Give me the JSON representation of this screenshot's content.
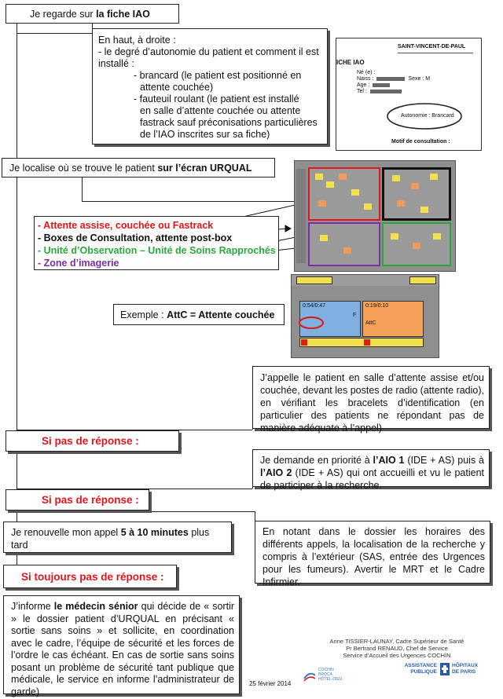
{
  "step1": {
    "prefix": "Je regarde sur ",
    "bold": "la fiche IAO"
  },
  "fiche_note": {
    "intro1": "En haut, à droite :",
    "intro2": "- le degré d’autonomie du patient et comment il est installé :",
    "item1a": "- brancard (le patient est positionné en",
    "item1b": "attente couchée)",
    "item2a": "- fauteuil roulant (le patient est installé",
    "item2b": "en salle d’attente couchée ou attente",
    "item2c": "fastrack sauf préconisations particulières",
    "item2d": "de l’IAO inscrites sur sa fiche)"
  },
  "fiche_image": {
    "hospital": "SAINT-VINCENT-DE-PAUL",
    "header": "ICHE IAO",
    "ne_label": "Né (e) :",
    "naiss_label": "Naiss :",
    "sexe": "Sexe : M",
    "age_label": "Age :",
    "tel_label": "Tel :",
    "autonomie": "Autonomie : Brancard",
    "motif": "Motif de consultation :"
  },
  "step2": {
    "prefix": "Je localise où se trouve le patient ",
    "bold": "sur l’écran URQUAL"
  },
  "legend": {
    "item1": "- Attente assise, couchée ou Fastrack",
    "item2": "- Boxes de Consultation, attente post-box",
    "item3": "- Unité d’Observation – Unité de Soins Rapprochés",
    "item4": "- Zone d’imagerie"
  },
  "example": {
    "prefix": "Exemple : ",
    "bold": "AttC = Attente couchée"
  },
  "zoom": {
    "time1": "0:54/0:47",
    "time2": "0:19/0:10",
    "code1": "F",
    "code2": "AttC"
  },
  "call_text": "J’appelle le patient en salle d’attente assise et/ou couchée, devant les postes de radio (attente radio), en vérifiant les bracelets d’identification (en particulier des patients ne répondant pas de manière adéquate à l’appel)",
  "no_answer1": "Si pas de réponse :",
  "aio": {
    "p1": "Je demande en priorité à ",
    "b1": "l’AIO 1",
    "p2": " (IDE + AS) puis à ",
    "b2": "l’AIO 2",
    "p3": " (IDE + AS) qui ont accueilli et vu le patient de participer à la recherche."
  },
  "no_answer2": "Si pas de réponse :",
  "renew": {
    "p1": "Je renouvelle mon appel ",
    "b1": "5 à 10 minutes",
    "p2": " plus tard"
  },
  "note_text": "En notant dans le dossier les horaires des différents appels, la localisation de la recherche y compris à l’extérieur (SAS, entrée des Urgences pour les fumeurs). Avertir le MRT et le Cadre Infirmier.",
  "still_no_answer": "Si toujours pas de réponse :",
  "senior": {
    "p1": "J’informe ",
    "b1": "le médecin sénior",
    "p2": " qui décide de « sortir » le dossier patient d’URQUAL en précisant « sortie sans soins » et sollicite, en coordination avec le cadre, l’équipe de sécurité et les forces de l’ordre le cas échéant. En cas de sortie sans soins posant un problème de sécurité tant publique que médicale, le service en informe l’administrateur de garde)"
  },
  "footer": {
    "line1": "Anne TISSIER-LAUNAY, Cadre Supérieur de Santé",
    "line2": "Pr Bertrand RENAUD, Chef de Service",
    "line3": "Service d’Accueil des Urgences COCHIN",
    "date": "25 février 2014",
    "logo_left_line1": "COCHIN",
    "logo_left_line2": "BROCA",
    "logo_left_line3": "HÔTEL-DIEU",
    "logo_right_line1": "ASSISTANCE",
    "logo_right_line2": "PUBLIQUE",
    "logo_right_line3": "HÔPITAUX",
    "logo_right_line4": "DE PARIS"
  },
  "colors": {
    "red": "#e0161a",
    "green": "#2aa83a",
    "purple": "#7a2ea6",
    "screen_gray": "#8f8f8f",
    "cell_yellow": "#f1e04a"
  }
}
